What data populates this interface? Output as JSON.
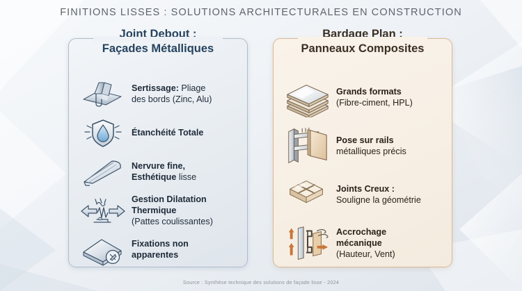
{
  "title": "FINITIONS LISSES : SOLUTIONS ARCHITECTURALES EN CONSTRUCTION",
  "colors": {
    "background": "#e9edf1",
    "title_text": "#5e656e",
    "left_panel_bg": "#eaeff4",
    "left_panel_border": "#aebccd",
    "left_panel_title": "#26435f",
    "right_panel_bg": "#f8f0e6",
    "right_panel_border": "#d8b894",
    "right_panel_title": "#3b2f23",
    "left_icon_metal": "#c3cdd8",
    "right_icon_wood": "#e6cfae",
    "accent_orange": "#c8763a",
    "footer_text": "#8d929a"
  },
  "panels": [
    {
      "id": "joint-debout",
      "title_line1": "Joint Debout :",
      "title_line2": "Façades Métalliques",
      "items": [
        {
          "icon": "metal-seam-fold-icon",
          "bold": "Sertissage:",
          "regular": " Pliage",
          "sub": "des bords (Zinc, Alu)"
        },
        {
          "icon": "shield-water-drop-icon",
          "bold": "Étanchéité Totale",
          "regular": "",
          "sub": ""
        },
        {
          "icon": "thin-rib-profile-icon",
          "bold": "Nervure fine,",
          "regular": "",
          "sub_bold": "Esthétique",
          "sub_regular": " lisse"
        },
        {
          "icon": "thermal-expansion-arrows-icon",
          "bold": "Gestion Dilatation",
          "bold2": "Thermique",
          "sub": "(Pattes coulissantes)"
        },
        {
          "icon": "hidden-fixing-no-screw-icon",
          "bold": "Fixations non",
          "bold2": "apparentes",
          "sub": ""
        }
      ]
    },
    {
      "id": "bardage-plan",
      "title_line1": "Bardage Plan :",
      "title_line2": "Panneaux Composites",
      "items": [
        {
          "icon": "stacked-panels-icon",
          "bold": "Grands formats",
          "sub": "(Fibre-ciment, HPL)"
        },
        {
          "icon": "rail-mounted-panel-icon",
          "bold": "Pose sur rails",
          "sub": "métalliques précis"
        },
        {
          "icon": "hollow-joint-tiles-icon",
          "bold": "Joints Creux :",
          "sub": "Souligne la géométrie"
        },
        {
          "icon": "mechanical-bracket-wind-icon",
          "bold": "Accrochage",
          "bold2": "mécanique",
          "sub": "(Hauteur, Vent)"
        }
      ]
    }
  ],
  "footer": "Source : Synthèse technique des solutions de façade lisse - 2024"
}
